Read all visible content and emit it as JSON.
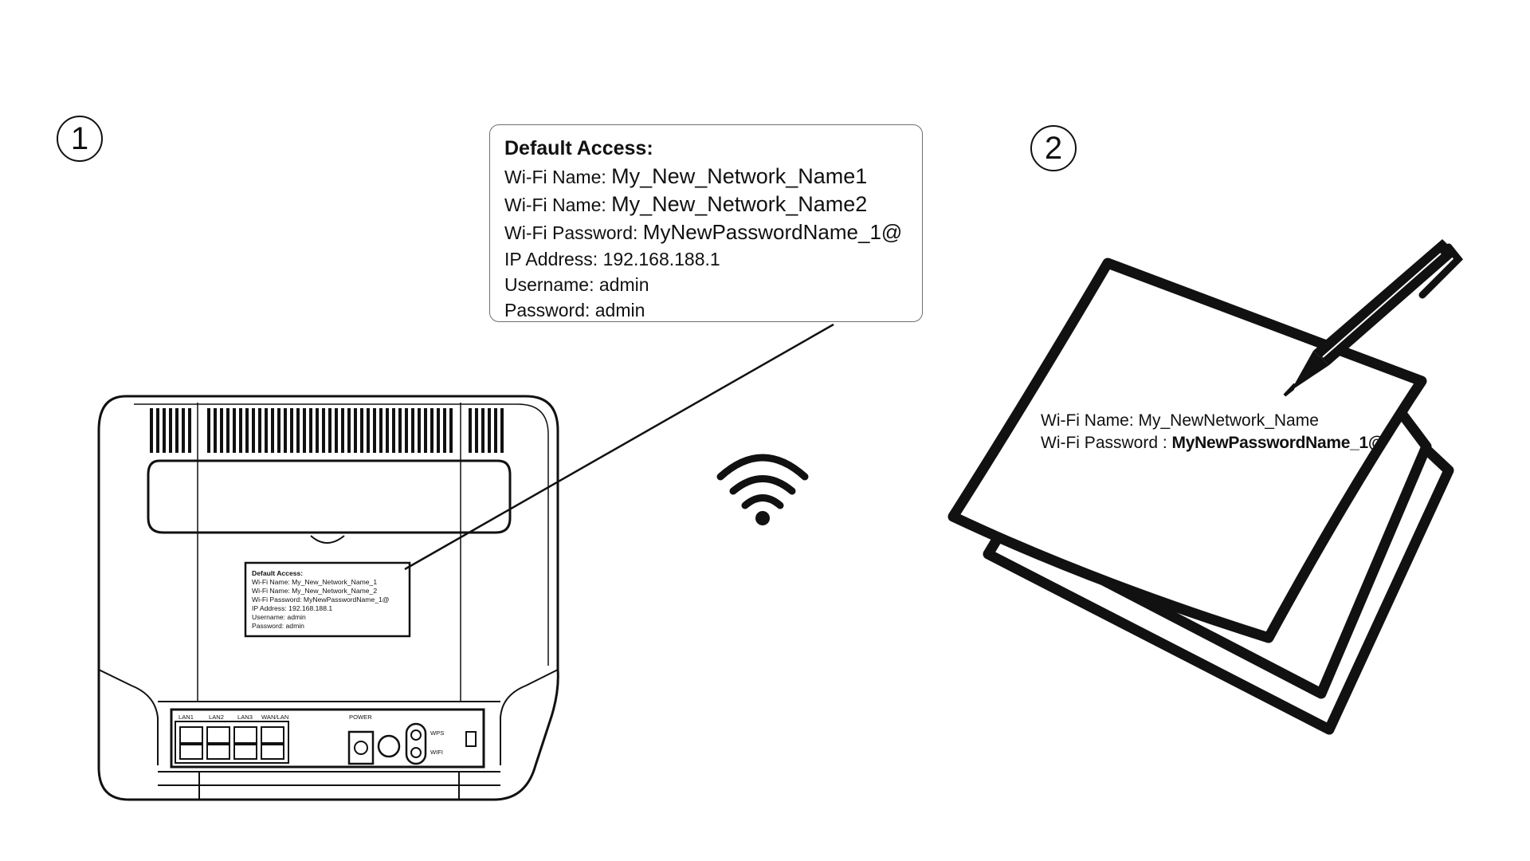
{
  "steps": {
    "step1": "1",
    "step2": "2"
  },
  "callout": {
    "title": "Default Access:",
    "wifi_name_label_1": "Wi-Fi Name:",
    "wifi_name_value_1": "My_New_Network_Name1",
    "wifi_name_label_2": "Wi-Fi Name:",
    "wifi_name_value_2": "My_New_Network_Name2",
    "wifi_password_label": "Wi-Fi Password:",
    "wifi_password_value": "MyNewPasswordName_1@",
    "ip_address": "IP Address: 192.168.188.1",
    "username": "Username: admin",
    "password": "Password: admin"
  },
  "router_label": {
    "title": "Default Access:",
    "lines": [
      "Wi-Fi Name: My_New_Network_Name_1",
      "Wi-Fi Name: My_New_Network_Name_2",
      "Wi-Fi Password: MyNewPasswordName_1@",
      "IP Address: 192.168.188.1",
      "Username: admin",
      "Password: admin"
    ]
  },
  "notepad": {
    "wifi_name_line": "Wi-Fi Name: My_NewNetwork_Name",
    "wifi_password_label": "Wi-Fi Password : ",
    "wifi_password_value": "MyNewPasswordName_1@"
  },
  "icons": [
    "router-icon",
    "wifi-icon",
    "notepad-icon",
    "pen-icon"
  ]
}
